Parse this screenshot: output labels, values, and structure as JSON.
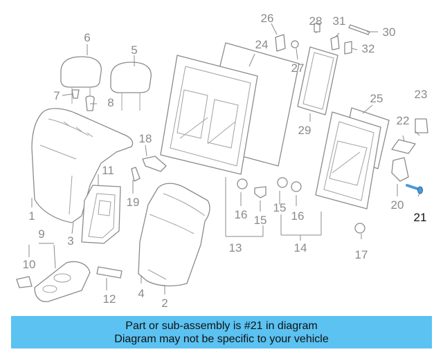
{
  "callouts": {
    "c1": "1",
    "c2": "2",
    "c3": "3",
    "c4": "4",
    "c5": "5",
    "c6": "6",
    "c7": "7",
    "c8": "8",
    "c9": "9",
    "c10": "10",
    "c11": "11",
    "c12": "12",
    "c13": "13",
    "c14": "14",
    "c15a": "15",
    "c15b": "15",
    "c16a": "16",
    "c16b": "16",
    "c17": "17",
    "c18": "18",
    "c19": "19",
    "c20": "20",
    "c21": "21",
    "c22": "22",
    "c23": "23",
    "c24": "24",
    "c25": "25",
    "c26": "26",
    "c27": "27",
    "c28": "28",
    "c29": "29",
    "c30": "30",
    "c31": "31",
    "c32": "32"
  },
  "highlight_color": "#4a9ad9",
  "banner": {
    "line1": "Part or sub-assembly is #21 in diagram",
    "line2": "Diagram may not be specific to your vehicle",
    "color": "#5bc2f2"
  }
}
